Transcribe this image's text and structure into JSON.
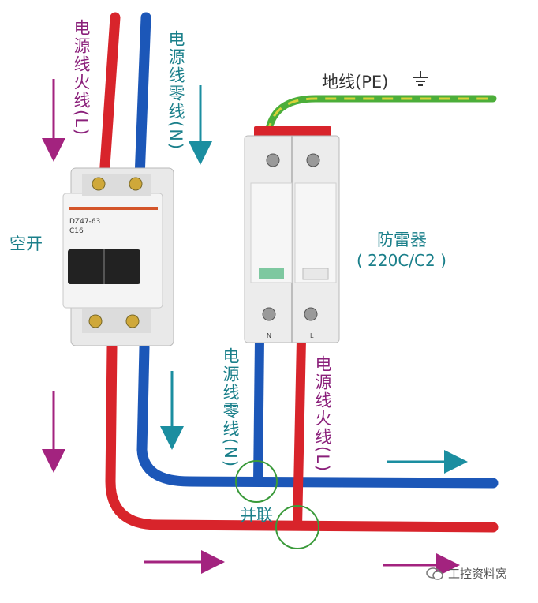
{
  "labels": {
    "live_top": "电源线火线(L)",
    "neutral_top": "电源线零线(N)",
    "breaker": "空开",
    "ground": "地线(PE)",
    "spd_name": "防雷器",
    "spd_model": "( 220C/C2 )",
    "neutral_bottom": "电源线零线(N)",
    "live_bottom": "电源线火线(L)",
    "parallel": "并联"
  },
  "breaker_face": {
    "model": "DZ47-63",
    "rating": "C16"
  },
  "spd_terminals": {
    "left": "N",
    "right": "L"
  },
  "watermark": "工控资料窝",
  "colors": {
    "live": "#d8242b",
    "neutral": "#1c57b8",
    "ground_green": "#4cae3a",
    "ground_yellow": "#d8d23a",
    "arrow_purple": "#a3237f",
    "arrow_teal": "#1b8ea0",
    "circle": "#3a9a3a"
  }
}
